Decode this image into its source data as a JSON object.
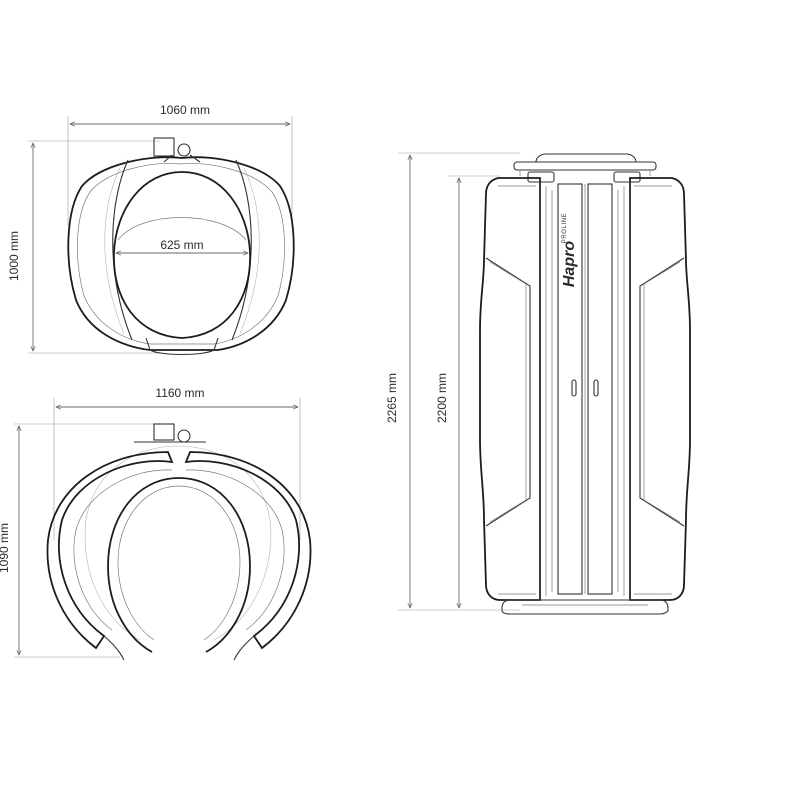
{
  "colors": {
    "line": "#1c1c1c",
    "dimension": "#6a6a6a",
    "background": "#ffffff"
  },
  "top_view_closed": {
    "width_label": "1060 mm",
    "depth_label": "1000 mm",
    "inner_label": "625 mm"
  },
  "top_view_open": {
    "width_label": "1160 mm",
    "depth_label": "1090 mm"
  },
  "front_view": {
    "total_height_label": "2265 mm",
    "body_height_label": "2200 mm",
    "brand": "Hapro",
    "model": "PROLINE"
  }
}
